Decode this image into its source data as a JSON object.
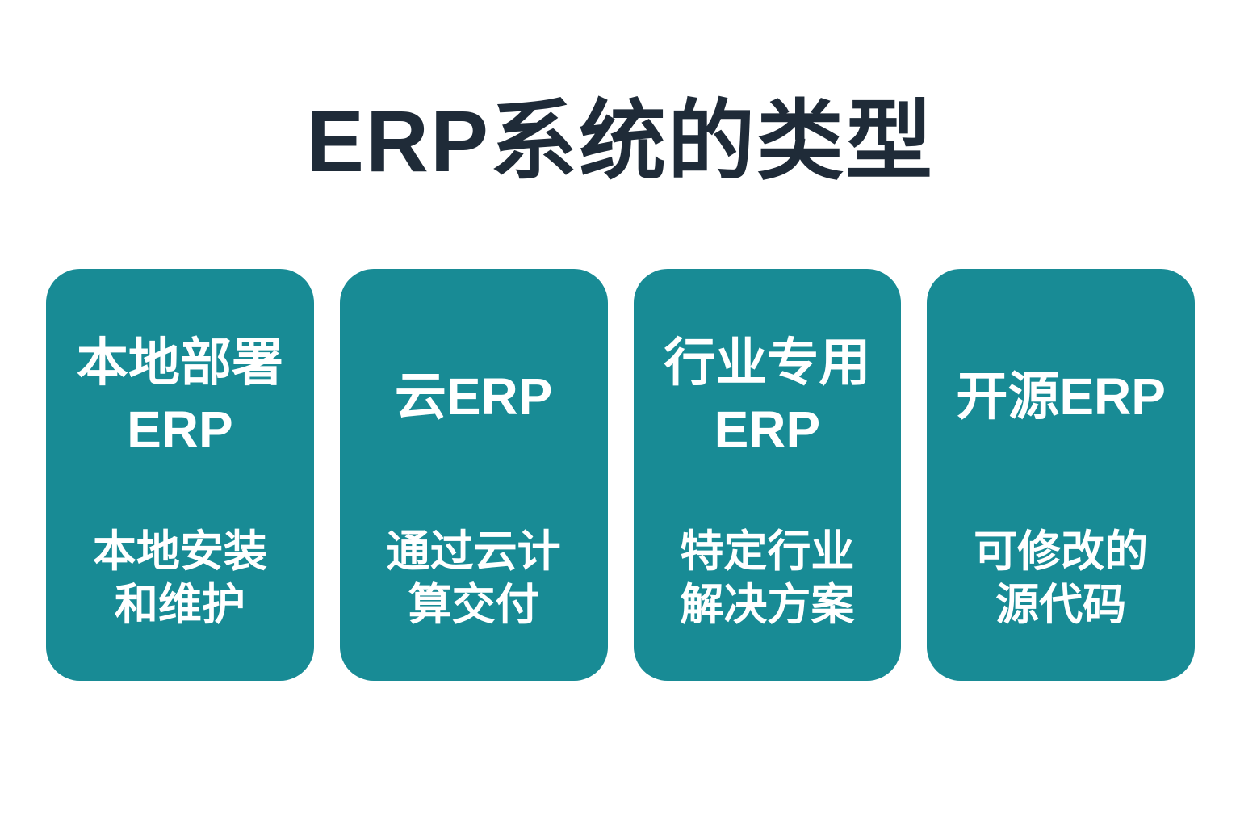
{
  "page": {
    "title": "ERP系统的类型"
  },
  "theme": {
    "background": "#ffffff",
    "title_color": "#1f2b38",
    "card_background": "#188b95",
    "card_text_color": "#ffffff"
  },
  "cards": [
    {
      "id": "on-premise-erp",
      "title": "本地部署\nERP",
      "description": "本地安装\n和维护"
    },
    {
      "id": "cloud-erp",
      "title": "云ERP",
      "description": "通过云计\n算交付"
    },
    {
      "id": "industry-specific-erp",
      "title": "行业专用\nERP",
      "description": "特定行业\n解决方案"
    },
    {
      "id": "open-source-erp",
      "title": "开源ERP",
      "description": "可修改的\n源代码"
    }
  ]
}
